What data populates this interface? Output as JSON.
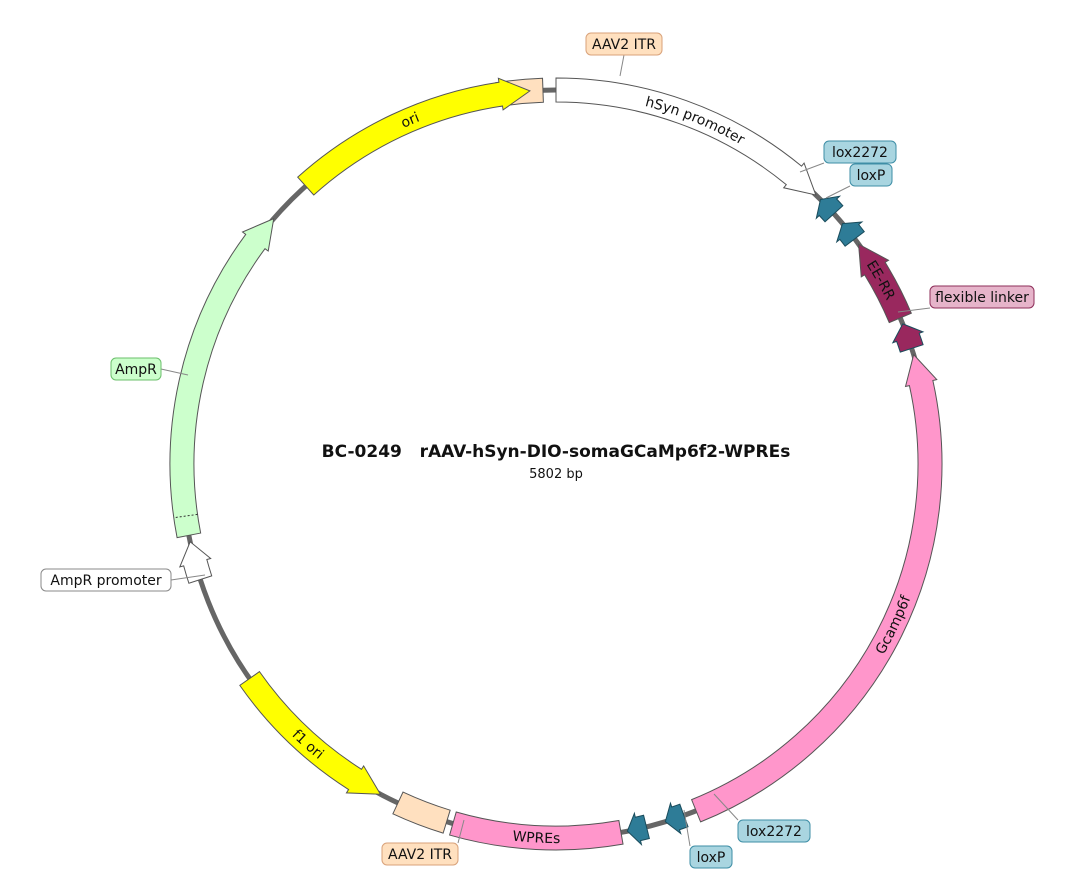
{
  "plasmid": {
    "name": "BC-0249   rAAV-hSyn-DIO-somaGCaMp6f2-WPREs",
    "length_label": "5802 bp",
    "backbone_color": "#666666"
  },
  "features": [
    {
      "id": "aav2-itr-top",
      "label": "AAV2 ITR",
      "type": "box",
      "color": "#FFE0BF",
      "label_mode": "callout",
      "arc": [
        -9,
        -2
      ]
    },
    {
      "id": "hsyn-promoter",
      "label": "hSyn promoter",
      "type": "arrow",
      "dir": "cw",
      "color": "#FFFFFF",
      "label_mode": "inside",
      "arc": [
        0,
        44
      ]
    },
    {
      "id": "lox2272-top",
      "label": "lox2272",
      "type": "small",
      "dir": "ccw",
      "color": "#2E7C97",
      "label_mode": "callout",
      "arc": [
        45,
        48
      ]
    },
    {
      "id": "loxp-top",
      "label": "loxP",
      "type": "small",
      "dir": "ccw",
      "color": "#2E7C97",
      "label_mode": "callout",
      "arc": [
        50,
        53
      ]
    },
    {
      "id": "ee-rr",
      "label": "EE-RR",
      "type": "arrow",
      "dir": "ccw",
      "color": "#99285E",
      "label_mode": "inside",
      "text_color": "#FFFFFF",
      "arc": [
        54,
        67
      ]
    },
    {
      "id": "flexible-linker",
      "label": "flexible linker",
      "type": "small",
      "dir": "ccw",
      "color": "#99285E",
      "label_mode": "callout",
      "arc": [
        68,
        72
      ]
    },
    {
      "id": "gcamp6f",
      "label": "Gcamp6f",
      "type": "arrow",
      "dir": "ccw",
      "color": "#FF96CB",
      "label_mode": "inside",
      "arc": [
        73,
        158
      ]
    },
    {
      "id": "lox2272-bottom",
      "label": "lox2272",
      "type": "small",
      "dir": "cw",
      "color": "#2E7C97",
      "label_mode": "callout",
      "arc": [
        160,
        163
      ]
    },
    {
      "id": "loxp-bottom",
      "label": "loxP",
      "type": "small",
      "dir": "cw",
      "color": "#2E7C97",
      "label_mode": "callout",
      "arc": [
        166,
        169
      ]
    },
    {
      "id": "wpres",
      "label": "WPREs",
      "type": "box",
      "color": "#FF96CB",
      "label_mode": "inside",
      "arc": [
        170,
        196
      ]
    },
    {
      "id": "aav2-itr-bottom",
      "label": "AAV2 ITR",
      "type": "box",
      "color": "#FFE0BF",
      "label_mode": "callout",
      "arc": [
        197,
        205
      ]
    },
    {
      "id": "f1-ori",
      "label": "f1 ori",
      "type": "arrow",
      "dir": "ccw",
      "color": "#FFFF00",
      "label_mode": "inside",
      "arc": [
        208,
        235
      ]
    },
    {
      "id": "ampr-promoter",
      "label": "AmpR promoter",
      "type": "arrow",
      "dir": "cw",
      "color": "#FFFFFF",
      "label_mode": "callout",
      "arc": [
        252,
        258
      ]
    },
    {
      "id": "ampr",
      "label": "AmpR",
      "type": "arrow",
      "dir": "cw",
      "color": "#CCFFCC",
      "label_mode": "callout",
      "arc": [
        259,
        311
      ]
    },
    {
      "id": "ori",
      "label": "ori",
      "type": "arrow",
      "dir": "cw",
      "color": "#FFFF00",
      "label_mode": "inside",
      "arc": [
        318,
        356
      ]
    }
  ]
}
